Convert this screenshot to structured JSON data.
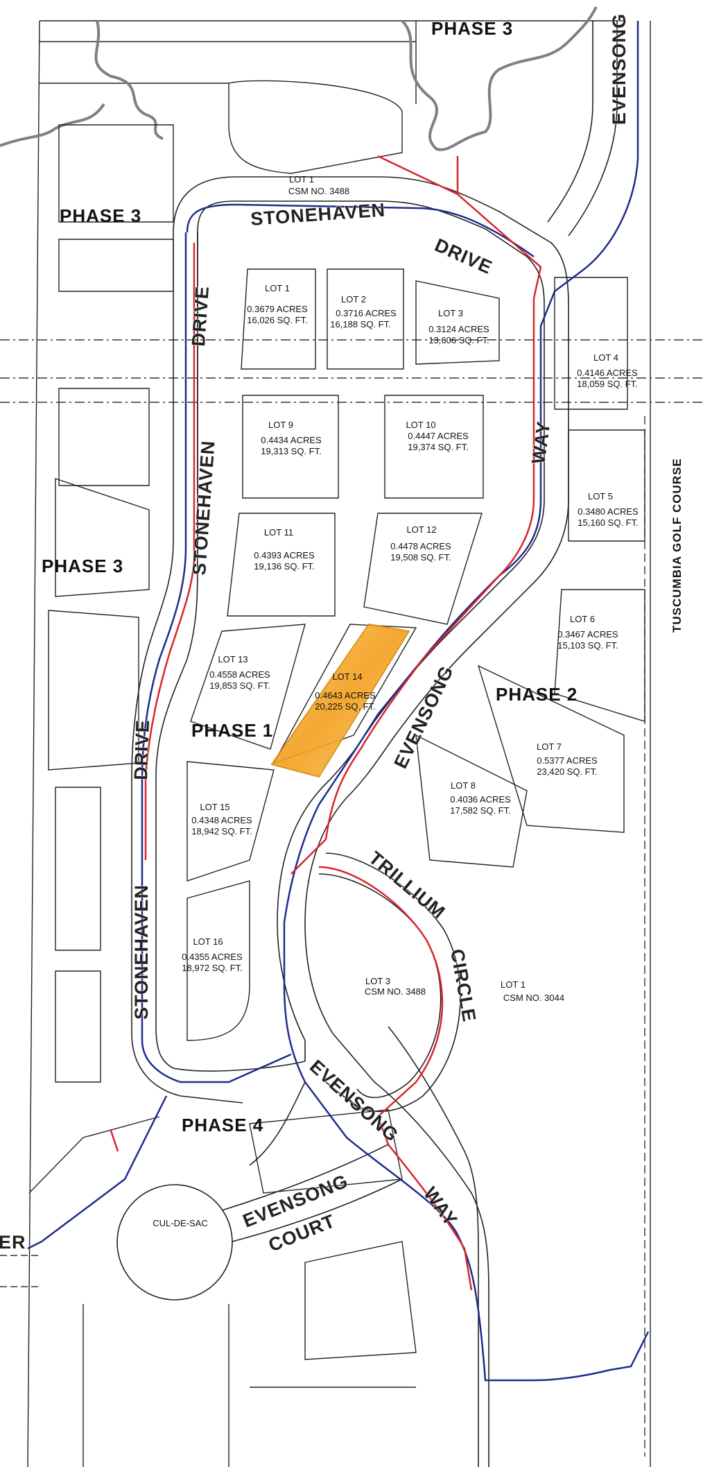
{
  "map": {
    "lots": [
      {
        "id": "lot1",
        "name": "LOT 1",
        "acres": "0.3679 ACRES",
        "sqft": "16,026 SQ. FT."
      },
      {
        "id": "lot2",
        "name": "LOT 2",
        "acres": "0.3716 ACRES",
        "sqft": "16,188 SQ. FT."
      },
      {
        "id": "lot3",
        "name": "LOT 3",
        "acres": "0.3124 ACRES",
        "sqft": "13,606 SQ. FT."
      },
      {
        "id": "lot4",
        "name": "LOT 4",
        "acres": "0.4146 ACRES",
        "sqft": "18,059 SQ. FT."
      },
      {
        "id": "lot5",
        "name": "LOT 5",
        "acres": "0.3480 ACRES",
        "sqft": "15,160 SQ. FT."
      },
      {
        "id": "lot6",
        "name": "LOT 6",
        "acres": "0.3467 ACRES",
        "sqft": "15,103 SQ. FT."
      },
      {
        "id": "lot7",
        "name": "LOT 7",
        "acres": "0.5377 ACRES",
        "sqft": "23,420 SQ. FT."
      },
      {
        "id": "lot8",
        "name": "LOT 8",
        "acres": "0.4036 ACRES",
        "sqft": "17,582 SQ. FT."
      },
      {
        "id": "lot9",
        "name": "LOT 9",
        "acres": "0.4434 ACRES",
        "sqft": "19,313 SQ. FT."
      },
      {
        "id": "lot10",
        "name": "LOT 10",
        "acres": "0.4447 ACRES",
        "sqft": "19,374 SQ. FT."
      },
      {
        "id": "lot11",
        "name": "LOT 11",
        "acres": "0.4393 ACRES",
        "sqft": "19,136 SQ. FT."
      },
      {
        "id": "lot12",
        "name": "LOT 12",
        "acres": "0.4478 ACRES",
        "sqft": "19,508 SQ. FT."
      },
      {
        "id": "lot13",
        "name": "LOT 13",
        "acres": "0.4558 ACRES",
        "sqft": "19,853 SQ. FT."
      },
      {
        "id": "lot14",
        "name": "LOT 14",
        "acres": "0.4643 ACRES",
        "sqft": "20,225 SQ. FT.",
        "highlighted": true
      },
      {
        "id": "lot15",
        "name": "LOT 15",
        "acres": "0.4348 ACRES",
        "sqft": "18,942 SQ. FT."
      },
      {
        "id": "lot16",
        "name": "LOT 16",
        "acres": "0.4355 ACRES",
        "sqft": "18,972 SQ. FT."
      }
    ],
    "csm_lots": [
      {
        "id": "csm3488_top",
        "name": "LOT 1",
        "csm": "CSM NO. 3488"
      },
      {
        "id": "csm3488_lot3",
        "name": "LOT 3",
        "csm": "CSM NO. 3488"
      },
      {
        "id": "csm3044",
        "name": "LOT 1",
        "csm": "CSM NO. 3044"
      }
    ],
    "phases": {
      "phase3_top": "PHASE 3",
      "phase3_upper_left": "PHASE 3",
      "phase3_mid_left": "PHASE 3",
      "phase1": "PHASE 1",
      "phase2": "PHASE 2",
      "phase4": "PHASE 4"
    },
    "streets": {
      "stonehaven_drive_top_a": "STONEHAVEN",
      "stonehaven_drive_top_b": "DRIVE",
      "drive_left_upper": "DRIVE",
      "stonehaven_left_upper": "STONEHAVEN",
      "drive_left_lower": "DRIVE",
      "stonehaven_left_lower": "STONEHAVEN",
      "evensong_top": "EVENSONG",
      "way_upper": "WAY",
      "evensong_mid": "EVENSONG",
      "trillium": "TRILLIUM",
      "circle": "CIRCLE",
      "evensong_lower": "EVENSONG",
      "way_lower": "WAY",
      "evensong_court_a": "EVENSONG",
      "evensong_court_b": "COURT",
      "cul_de_sac": "CUL-DE-SAC",
      "edge_er": "ER"
    },
    "golf_course": "TUSCUMBIA GOLF COURSE",
    "colors": {
      "highlight": "#f5b22a",
      "water_line": "#1e2c8c",
      "sewer_line": "#d8252c",
      "boundary": "#7a8189"
    }
  }
}
